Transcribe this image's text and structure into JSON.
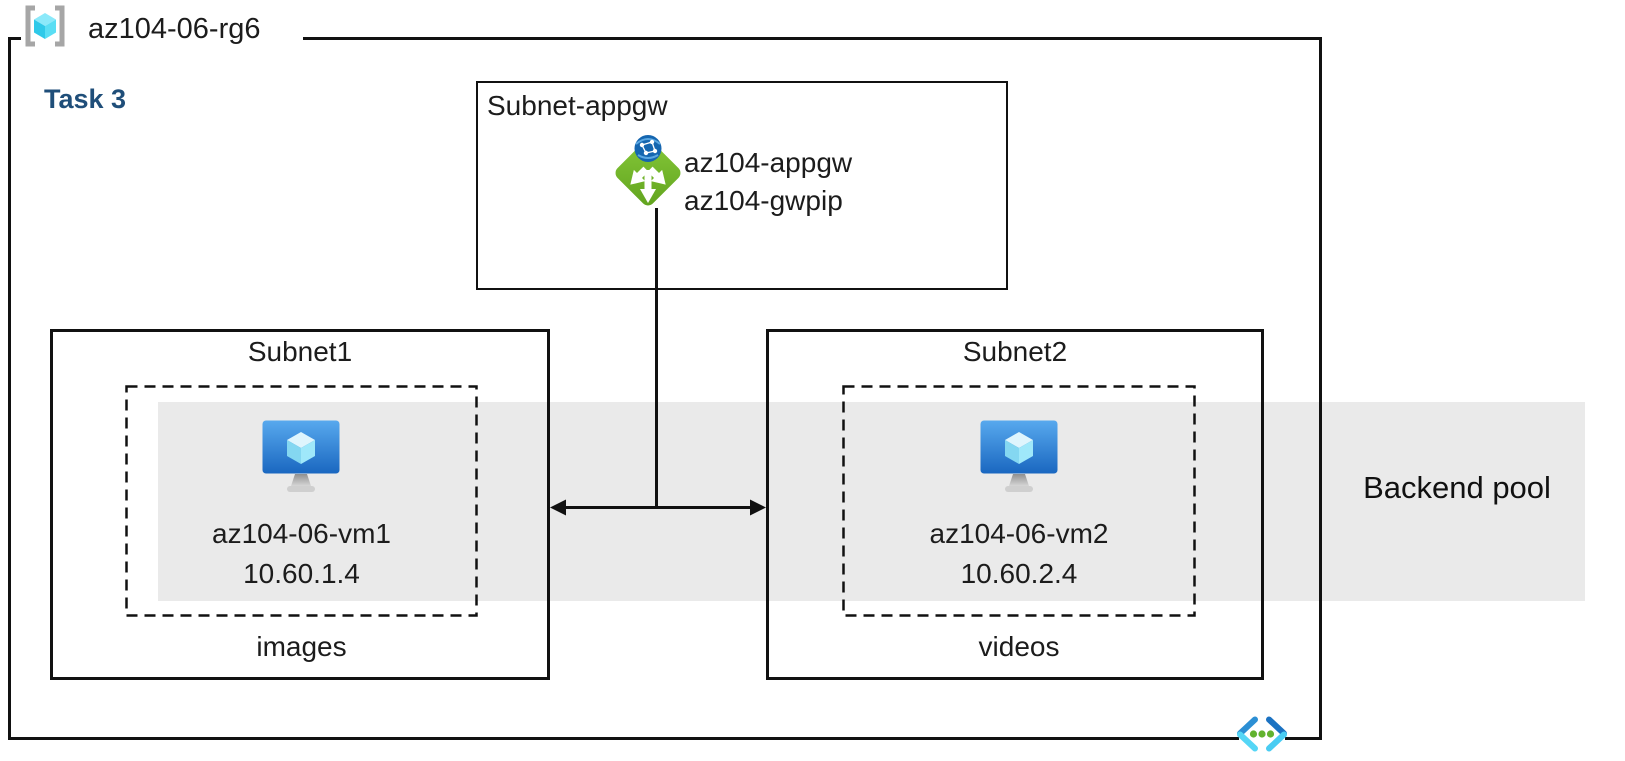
{
  "diagram": {
    "resource_group": {
      "label": "az104-06-rg6"
    },
    "task_label": "Task 3",
    "appgw_subnet": {
      "label": "Subnet-appgw",
      "gateway_name": "az104-appgw",
      "public_ip_name": "az104-gwpip"
    },
    "subnet1": {
      "label": "Subnet1",
      "vm_name": "az104-06-vm1",
      "vm_ip": "10.60.1.4",
      "caption": "images"
    },
    "subnet2": {
      "label": "Subnet2",
      "vm_name": "az104-06-vm2",
      "vm_ip": "10.60.2.4",
      "caption": "videos"
    },
    "backend_pool_label": "Backend pool",
    "icons": {
      "resource_group": "resource-group-icon",
      "application_gateway": "application-gateway-icon",
      "virtual_machine": "virtual-machine-icon",
      "virtual_network": "virtual-network-icon"
    },
    "colors": {
      "task_label": "#1f4e79",
      "backend_band": "#eaeaea",
      "appgw_green": "#74b929",
      "vm_screen_top": "#58a9ee",
      "vm_screen_bottom": "#1a67c0",
      "cube_cyan": "#50e6ff",
      "vnet_dark_blue": "#1b72c2",
      "vnet_light_cyan": "#55d6f6",
      "vnet_dot_green": "#62b32e",
      "bracket_gray": "#a6a6a6",
      "line_black": "#111111"
    }
  }
}
